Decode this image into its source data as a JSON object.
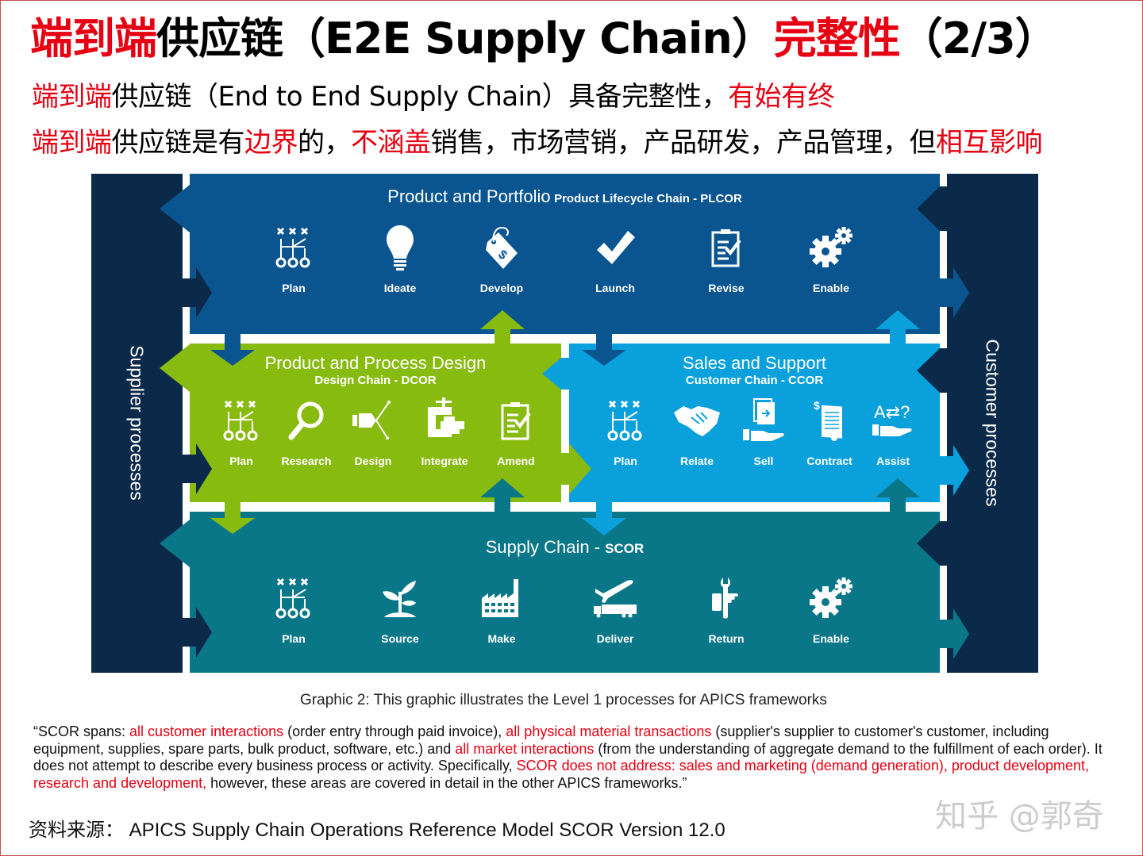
{
  "slide": {
    "title": {
      "part1_red": "端到端",
      "part2": "供应链（E2E Supply Chain）",
      "part3_red": "完整性",
      "part4": "（2/3）"
    },
    "line2": {
      "seg1_red": "端到端",
      "seg2": "供应链（End to End Supply Chain）具备完整性，",
      "seg3_red": "有始有终"
    },
    "line3": {
      "seg1_red": "端到端",
      "seg2": "供应链是有",
      "seg3_red": "边界",
      "seg4": "的，",
      "seg5_red": "不涵盖",
      "seg6": "销售，市场营销，产品研发，产品管理，但",
      "seg7_red": "相互影响"
    }
  },
  "diagram": {
    "colors": {
      "side": "#0b2a4a",
      "plcor": "#0a5590",
      "dcor": "#88bb10",
      "ccor": "#0aa0dc",
      "scor": "#0a7789"
    },
    "left_label": "Supplier processes",
    "right_label": "Customer processes",
    "plcor": {
      "title": "Product and Portfolio",
      "subtitle": "Product Lifecycle Chain - PLCOR",
      "processes": [
        {
          "label": "Plan",
          "icon": "plan-icon"
        },
        {
          "label": "Ideate",
          "icon": "lightbulb-icon"
        },
        {
          "label": "Develop",
          "icon": "price-tag-icon"
        },
        {
          "label": "Launch",
          "icon": "checkmark-icon"
        },
        {
          "label": "Revise",
          "icon": "clipboard-check-icon"
        },
        {
          "label": "Enable",
          "icon": "gears-icon"
        }
      ]
    },
    "dcor": {
      "title": "Product and Process Design",
      "subtitle": "Design Chain - DCOR",
      "processes": [
        {
          "label": "Plan",
          "icon": "plan-icon"
        },
        {
          "label": "Research",
          "icon": "magnifier-icon"
        },
        {
          "label": "Design",
          "icon": "design-tool-icon"
        },
        {
          "label": "Integrate",
          "icon": "clamp-icon"
        },
        {
          "label": "Amend",
          "icon": "clipboard-check-icon"
        }
      ]
    },
    "ccor": {
      "title": "Sales and Support",
      "subtitle": "Customer Chain - CCOR",
      "processes": [
        {
          "label": "Plan",
          "icon": "plan-icon"
        },
        {
          "label": "Relate",
          "icon": "handshake-icon"
        },
        {
          "label": "Sell",
          "icon": "hand-document-icon"
        },
        {
          "label": "Contract",
          "icon": "contract-icon"
        },
        {
          "label": "Assist",
          "icon": "hand-question-icon"
        }
      ]
    },
    "scor": {
      "title": "Supply Chain - ",
      "subtitle": "SCOR",
      "processes": [
        {
          "label": "Plan",
          "icon": "plan-icon"
        },
        {
          "label": "Source",
          "icon": "sprout-icon"
        },
        {
          "label": "Make",
          "icon": "factory-icon"
        },
        {
          "label": "Deliver",
          "icon": "plane-truck-icon"
        },
        {
          "label": "Return",
          "icon": "hand-wrench-icon"
        },
        {
          "label": "Enable",
          "icon": "gears-icon"
        }
      ]
    }
  },
  "caption": "Graphic 2: This graphic illustrates the Level 1 processes for APICS frameworks",
  "quote": {
    "s1": "“SCOR spans: ",
    "r1": "all customer interactions",
    "s2": " (order entry through paid invoice), ",
    "r2": "all physical material transactions",
    "s3": " (supplier's supplier to customer's customer, including equipment, supplies, spare parts, bulk product, software, etc.) and ",
    "r3": "all market interactions",
    "s4": " (from the understanding of aggregate demand to the fulfillment of each order). It does not attempt to describe every business process or activity. Specifically, ",
    "r4": "SCOR does not address: sales and marketing (demand generation), product development, research and development,",
    "s5": " however, these areas are covered in detail in the other APICS frameworks.”"
  },
  "source": "资料来源：  APICS Supply Chain Operations Reference Model SCOR Version 12.0",
  "watermark": "知乎 @郭奇"
}
